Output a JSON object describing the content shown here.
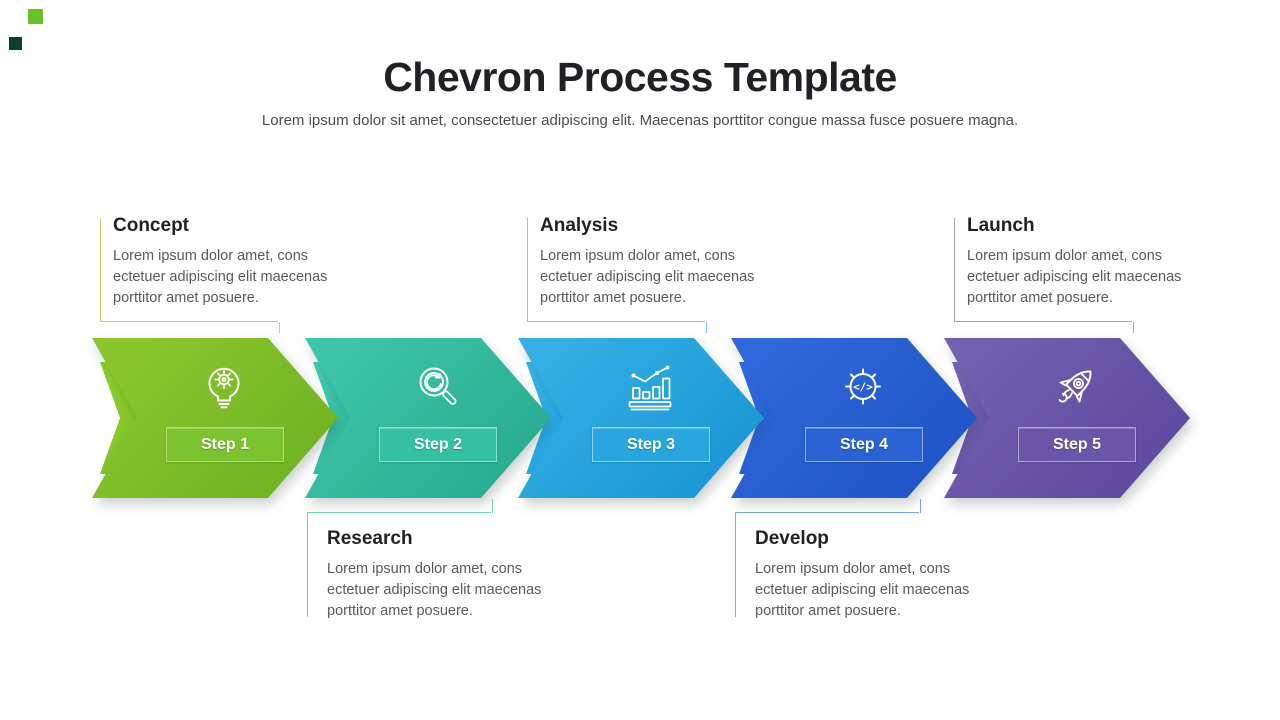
{
  "deco": {
    "square1_color": "#6cbf2b",
    "square2_color": "#103b33"
  },
  "header": {
    "title": "Chevron Process Template",
    "subtitle": "Lorem ipsum dolor sit amet, consectetuer adipiscing elit. Maecenas porttitor congue massa fusce posuere magna."
  },
  "steps": [
    {
      "label": "Step 1",
      "title": "Concept",
      "description": "Lorem ipsum dolor  amet, cons ectetuer adipiscing elit maecenas porttitor amet posuere.",
      "icon": "idea-lightbulb-gear-icon",
      "note_position": "top",
      "colors": {
        "top": "#8bc62e",
        "bottom": "#6eb122",
        "button": "#7cc42f",
        "button_border": "#b4e070",
        "bracket": "#bad46e"
      }
    },
    {
      "label": "Step 2",
      "title": "Research",
      "description": "Lorem ipsum dolor  amet, cons ectetuer adipiscing elit maecenas porttitor amet posuere.",
      "icon": "magnifier-sync-icon",
      "note_position": "bottom",
      "colors": {
        "top": "#3ec5a9",
        "bottom": "#27a98e",
        "button": "#35bfa3",
        "button_border": "#8fe0cd",
        "bracket": "#74d0ba"
      }
    },
    {
      "label": "Step 3",
      "title": "Analysis",
      "description": "Lorem ipsum dolor  amet, cons ectetuer adipiscing elit maecenas porttitor amet posuere.",
      "icon": "bar-chart-trend-icon",
      "note_position": "top",
      "colors": {
        "top": "#35aee3",
        "bottom": "#1795d3",
        "button": "#2aa6df",
        "button_border": "#8fd4f2",
        "bracket": "#7fc6eb"
      }
    },
    {
      "label": "Step 4",
      "title": "Develop",
      "description": "Lorem ipsum dolor  amet, cons ectetuer adipiscing elit maecenas porttitor amet posuere.",
      "icon": "gear-code-icon",
      "note_position": "bottom",
      "colors": {
        "top": "#2f68da",
        "bottom": "#1e53c4",
        "button": "#2a62d4",
        "button_border": "#8fafec",
        "bracket": "#7da4e8"
      }
    },
    {
      "label": "Step 5",
      "title": "Launch",
      "description": "Lorem ipsum dolor  amet, cons ectetuer adipiscing elit maecenas porttitor amet posuere.",
      "icon": "rocket-icon",
      "note_position": "top",
      "colors": {
        "top": "#7260b0",
        "bottom": "#5b479c",
        "button": "#6956a8",
        "button_border": "#b1a4d6",
        "bracket": "#a79bd1"
      }
    }
  ]
}
